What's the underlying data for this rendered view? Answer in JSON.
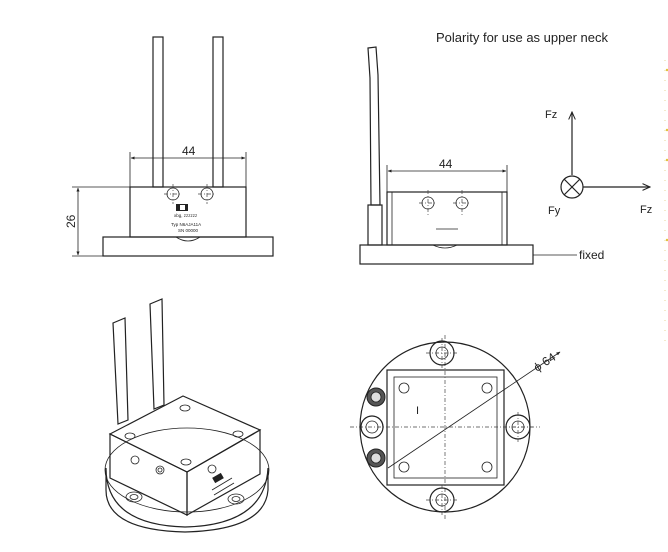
{
  "title": "Polarity for use as upper neck",
  "front_view": {
    "width_dim": "44",
    "height_dim": "26",
    "logo_text_1": "xbg, zzzzzz",
    "logo_text_2": "Typ N6AJA11A",
    "logo_text_3": "SN 00000"
  },
  "side_view": {
    "width_dim": "44",
    "fixed_label": "fixed"
  },
  "axes": {
    "z_label": "Fz",
    "y_label": "Fy",
    "x_label": "Fz"
  },
  "bottom_view": {
    "diameter_dim": "ϕ 64",
    "center_mark": "I"
  }
}
